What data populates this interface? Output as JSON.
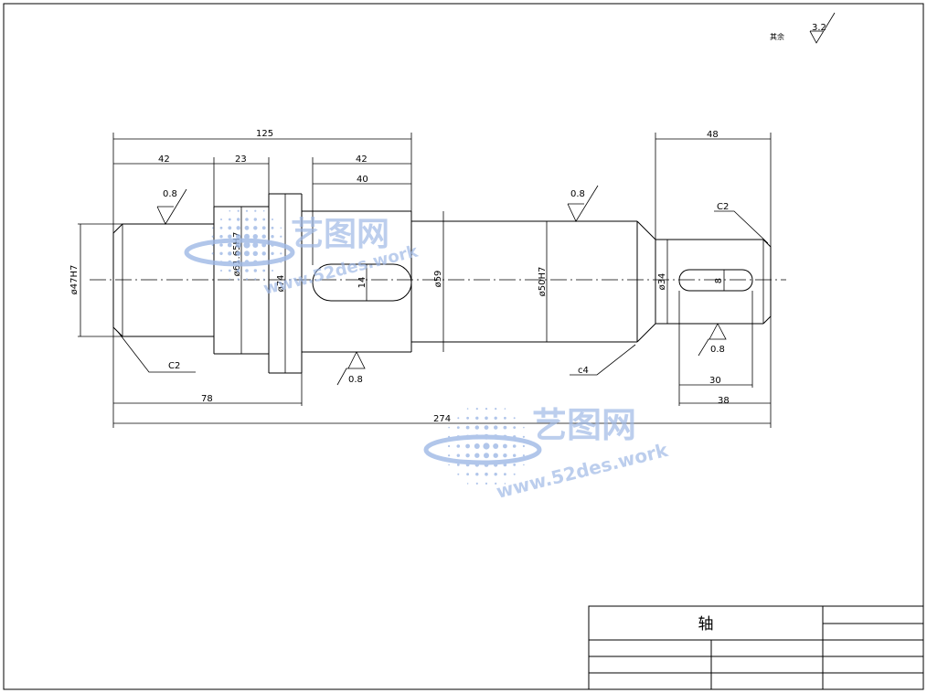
{
  "drawing": {
    "surface_note": "其余",
    "surface_note_roughness": "3.2",
    "roughness": {
      "r1": "0.8",
      "r2": "0.8",
      "r3": "0.8",
      "r4": "0.8"
    },
    "dims": {
      "d125": "125",
      "d42a": "42",
      "d23": "23",
      "d42b": "42",
      "d40": "40",
      "d48": "48",
      "d78": "78",
      "d274": "274",
      "d30": "30",
      "d38": "38",
      "d14": "14",
      "d8": "8"
    },
    "diameters": {
      "phi47": "ø47H7",
      "phi61": "ø61.65H7",
      "phi74": "ø74",
      "phi59": "ø59",
      "phi50": "ø50H7",
      "phi34": "ø34"
    },
    "chamfers": {
      "c2_left": "C2",
      "c2_right": "C2",
      "c4": "c4"
    }
  },
  "title_block": {
    "part_name": "轴"
  },
  "watermark": {
    "brand": "艺图网",
    "url": "www.52des.work"
  },
  "colors": {
    "line": "#000000",
    "watermark": "#9eb8e6"
  }
}
